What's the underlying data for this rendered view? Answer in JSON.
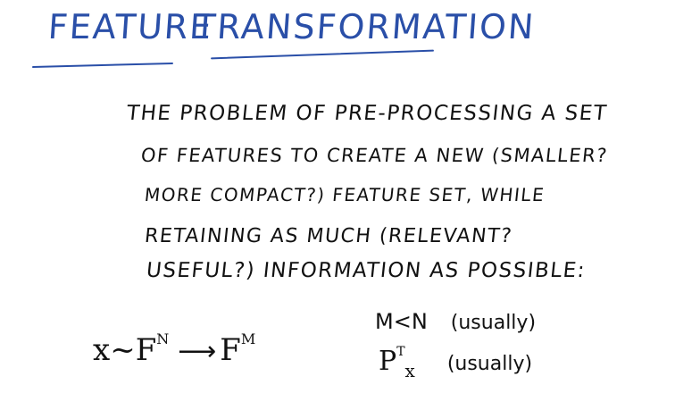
{
  "title": {
    "word1": "Feature",
    "word2": "Transformation"
  },
  "body": {
    "lines": [
      "The problem of pre-processing a set",
      "of features to create a new (smaller?",
      "more compact?) feature set, while",
      "retaining as much (relevant?",
      "useful?) information as possible:"
    ]
  },
  "math": {
    "x": "x",
    "tilde": "~",
    "f": "F",
    "n": "N",
    "arrow": "⟶",
    "m": "M",
    "condition": "M<N",
    "condition_note": "(usually)",
    "proj_p": "P",
    "proj_t": "T",
    "proj_x": "x",
    "proj_note": "(usually)"
  },
  "colors": {
    "title_ink": "#2a4fa8",
    "body_ink": "#111111",
    "background": "#ffffff"
  }
}
